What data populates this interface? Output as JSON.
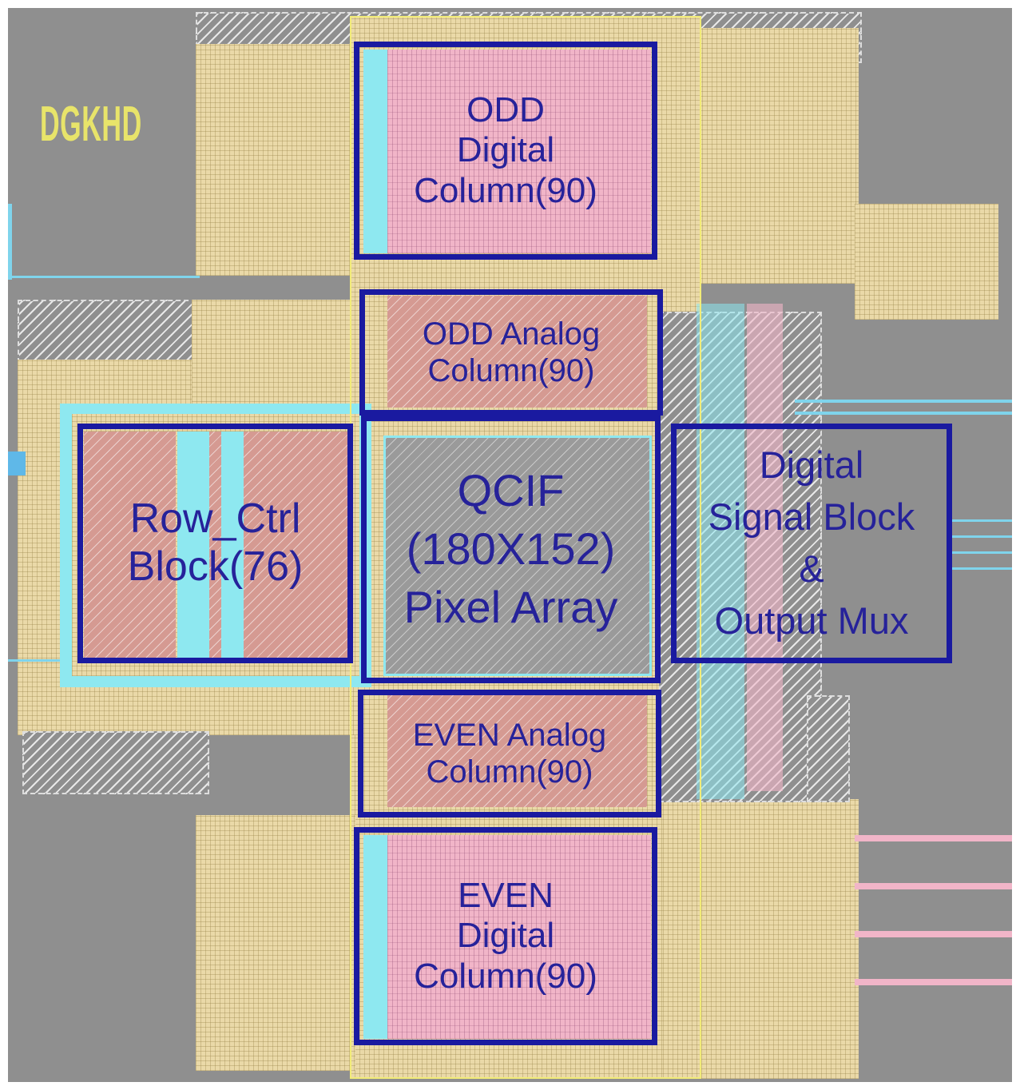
{
  "logo": "DGKHD",
  "blocks": {
    "odd_digital": [
      "ODD",
      "Digital",
      "Column(90)"
    ],
    "odd_analog": [
      "ODD Analog",
      "Column(90)"
    ],
    "row_ctrl": [
      "Row_Ctrl",
      "Block(76)"
    ],
    "pixel_array": [
      "QCIF",
      "(180X152)",
      "Pixel Array"
    ],
    "digital_signal": [
      "Digital",
      "Signal Block",
      "&",
      "Output Mux"
    ],
    "even_analog": [
      "EVEN Analog",
      "Column(90)"
    ],
    "even_digital": [
      "EVEN",
      "Digital",
      "Column(90)"
    ]
  },
  "colors": {
    "background": "#8f8f8f",
    "block_border": "#1a1aa0",
    "label": "#26229a",
    "metal_tan": "#ead9a8",
    "cell_pink": "#f1b5c8",
    "wire_cyan": "#8ee8f0"
  }
}
